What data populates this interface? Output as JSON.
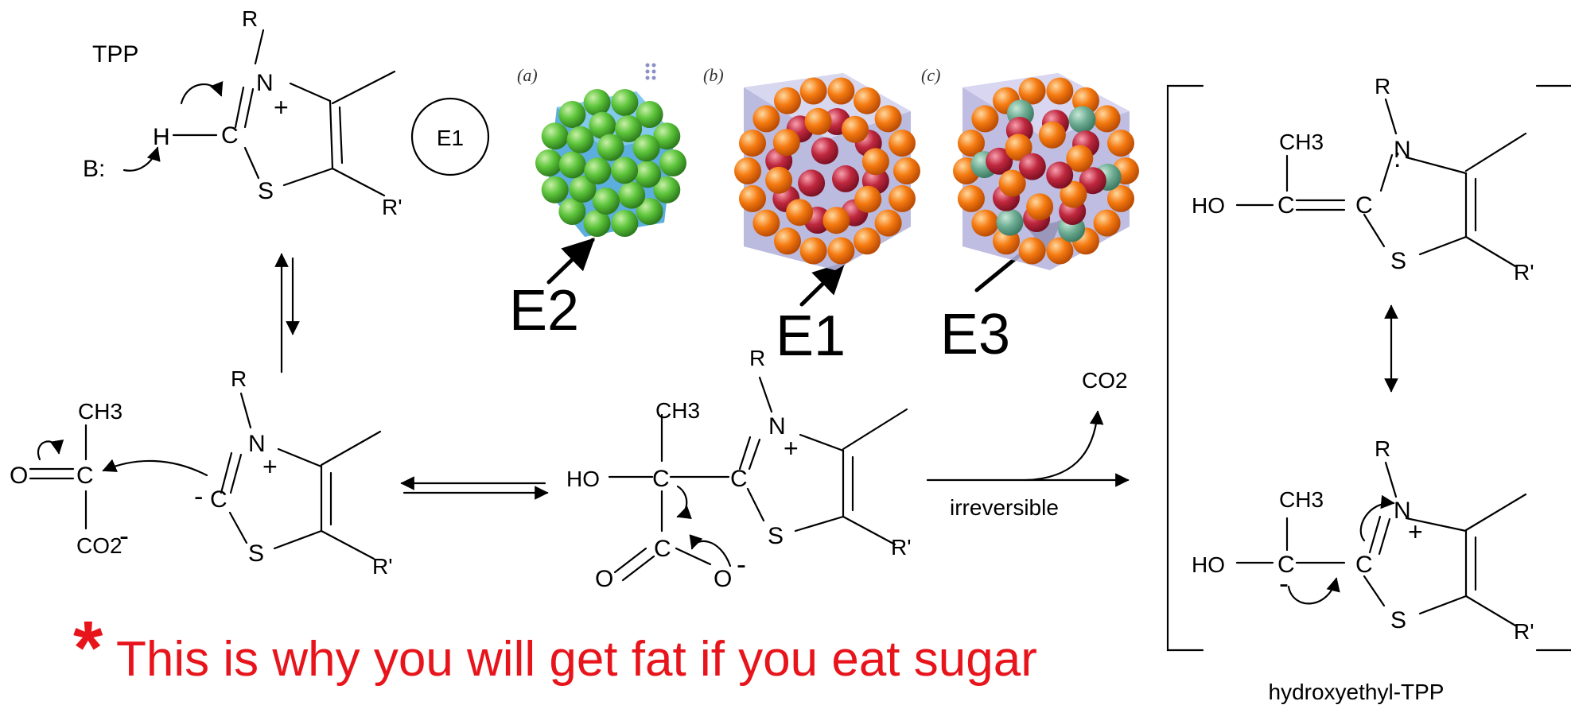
{
  "labels": {
    "tpp": "TPP",
    "e1_circle": "E1",
    "r": "R",
    "r_prime": "R'",
    "n": "N",
    "s": "S",
    "c": "C",
    "h": "H",
    "o": "O",
    "ho": "HO",
    "base": "B:",
    "plus": "+",
    "minus": "-",
    "ch3": "CH3",
    "co2_minus": "CO2",
    "co2": "CO2",
    "irreversible": "irreversible",
    "hydroxyethyl_tpp": "hydroxyethyl-TPP"
  },
  "complex": {
    "panel_a": "(a)",
    "panel_b": "(b)",
    "panel_c": "(c)",
    "e2": "E2",
    "e1": "E1",
    "e3": "E3"
  },
  "note": {
    "star": "*",
    "text": "This is why you will get fat if you eat sugar"
  },
  "colors": {
    "e2_green": "#5cc43a",
    "e1_orange": "#f57a10",
    "e3_red": "#c0283e",
    "core_blue": "#3ea0d8",
    "core_lavender": "#b4b2dc",
    "note_red": "#e8141b"
  }
}
